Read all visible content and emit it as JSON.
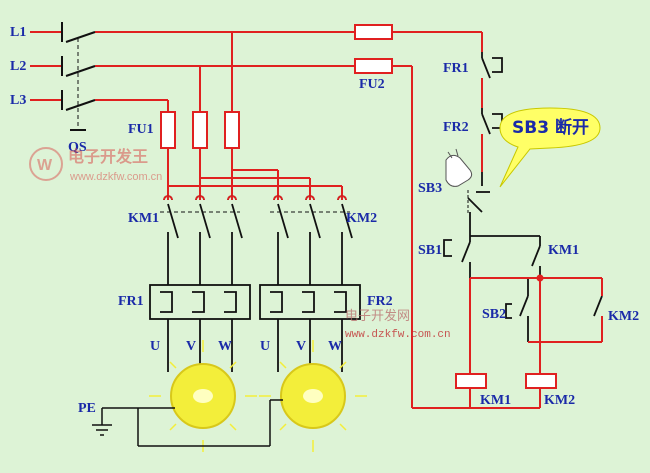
{
  "lines": {
    "l1": "L1",
    "l2": "L2",
    "l3": "L3"
  },
  "switch": {
    "qs": "QS"
  },
  "fuses": {
    "fu1": "FU1",
    "fu2": "FU2"
  },
  "contactors": {
    "km1": "KM1",
    "km2": "KM2"
  },
  "relays": {
    "fr1": "FR1",
    "fr2": "FR2"
  },
  "motor_terminals": {
    "u": "U",
    "v": "V",
    "w": "W"
  },
  "ground": {
    "pe": "PE"
  },
  "control": {
    "fr1": "FR1",
    "fr2": "FR2",
    "sb3": "SB3",
    "sb1": "SB1",
    "sb2": "SB2",
    "km1_contact": "KM1",
    "km2_contact": "KM2",
    "km1_coil": "KM1",
    "km2_coil": "KM2"
  },
  "callout": {
    "text": "SB3 断开"
  },
  "watermark": {
    "logo_cn": "电子开发王",
    "logo_url": "www.dzkfw.com.cn",
    "mid_cn": "电子开发网",
    "mid_url": "www.dzkfw.com.cn"
  },
  "colors": {
    "wire_red": "#e02020",
    "wire_black": "#111111",
    "motor": "#f3ee3a",
    "label": "#1a2aa8",
    "callout_fill": "#ffff66"
  }
}
